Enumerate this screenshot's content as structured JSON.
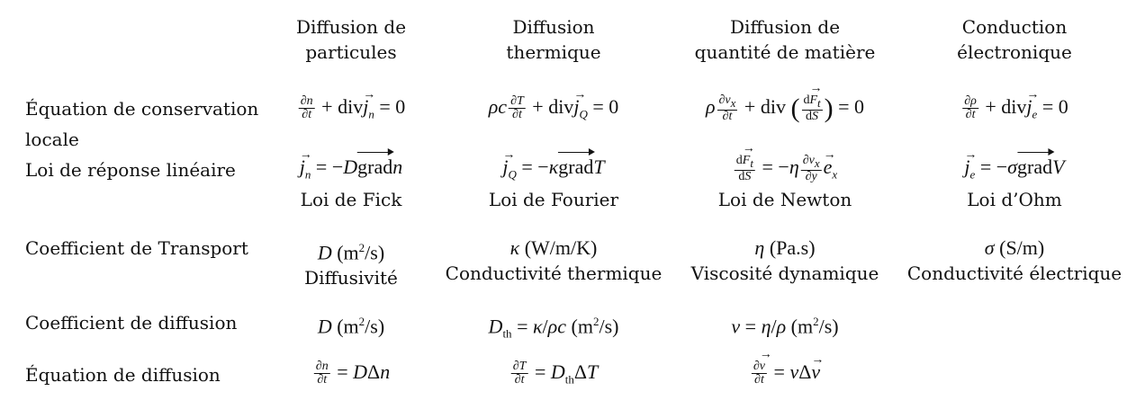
{
  "headers": [
    {
      "line1": "Diffusion de",
      "line2": "particules"
    },
    {
      "line1": "Diffusion",
      "line2": "thermique"
    },
    {
      "line1": "Diffusion de",
      "line2": "quantité de matière"
    },
    {
      "line1": "Conduction",
      "line2": "électronique"
    }
  ],
  "rows": {
    "conservation": {
      "label_line1": "Équation de conservation",
      "label_line2": "locale"
    },
    "response": {
      "label": "Loi de réponse linéaire",
      "laws": [
        "Loi de Fick",
        "Loi de Fourier",
        "Loi de Newton",
        "Loi d’Ohm"
      ]
    },
    "transport": {
      "label": "Coefficient de Transport",
      "names": [
        "Diffusivité",
        "Conductivité thermique",
        "Viscosité dynamique",
        "Conductivité électrique"
      ]
    },
    "diffusion_coef": {
      "label": "Coefficient de diffusion"
    },
    "diffusion_eq": {
      "label": "Équation de diffusion"
    }
  }
}
